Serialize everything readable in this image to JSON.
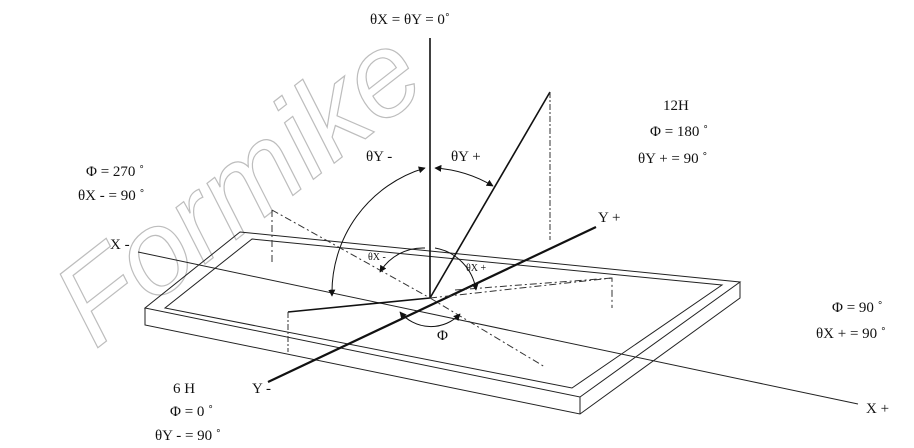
{
  "watermark": {
    "text": "Formike"
  },
  "labels": {
    "top_axis": "θX = θY = 0˚",
    "h12": "12H",
    "phi180": "Φ = 180 ˚",
    "thy_plus_90": "θY + = 90 ˚",
    "phi270": "Φ = 270 ˚",
    "thx_minus_90": "θX - = 90 ˚",
    "thy_minus": "θY -",
    "thy_plus": "θY +",
    "y_plus": "Y +",
    "x_minus": "X -",
    "thx_minus": "θX -",
    "thx_plus": "θX +",
    "phi": "Φ",
    "phi90": "Φ = 90 ˚",
    "thx_plus_90": "θX + = 90 ˚",
    "h6": "6 H",
    "y_minus": "Y -",
    "phi0": "Φ = 0 ˚",
    "thy_minus_90": "θY - = 90 ˚",
    "x_plus": "X +"
  }
}
